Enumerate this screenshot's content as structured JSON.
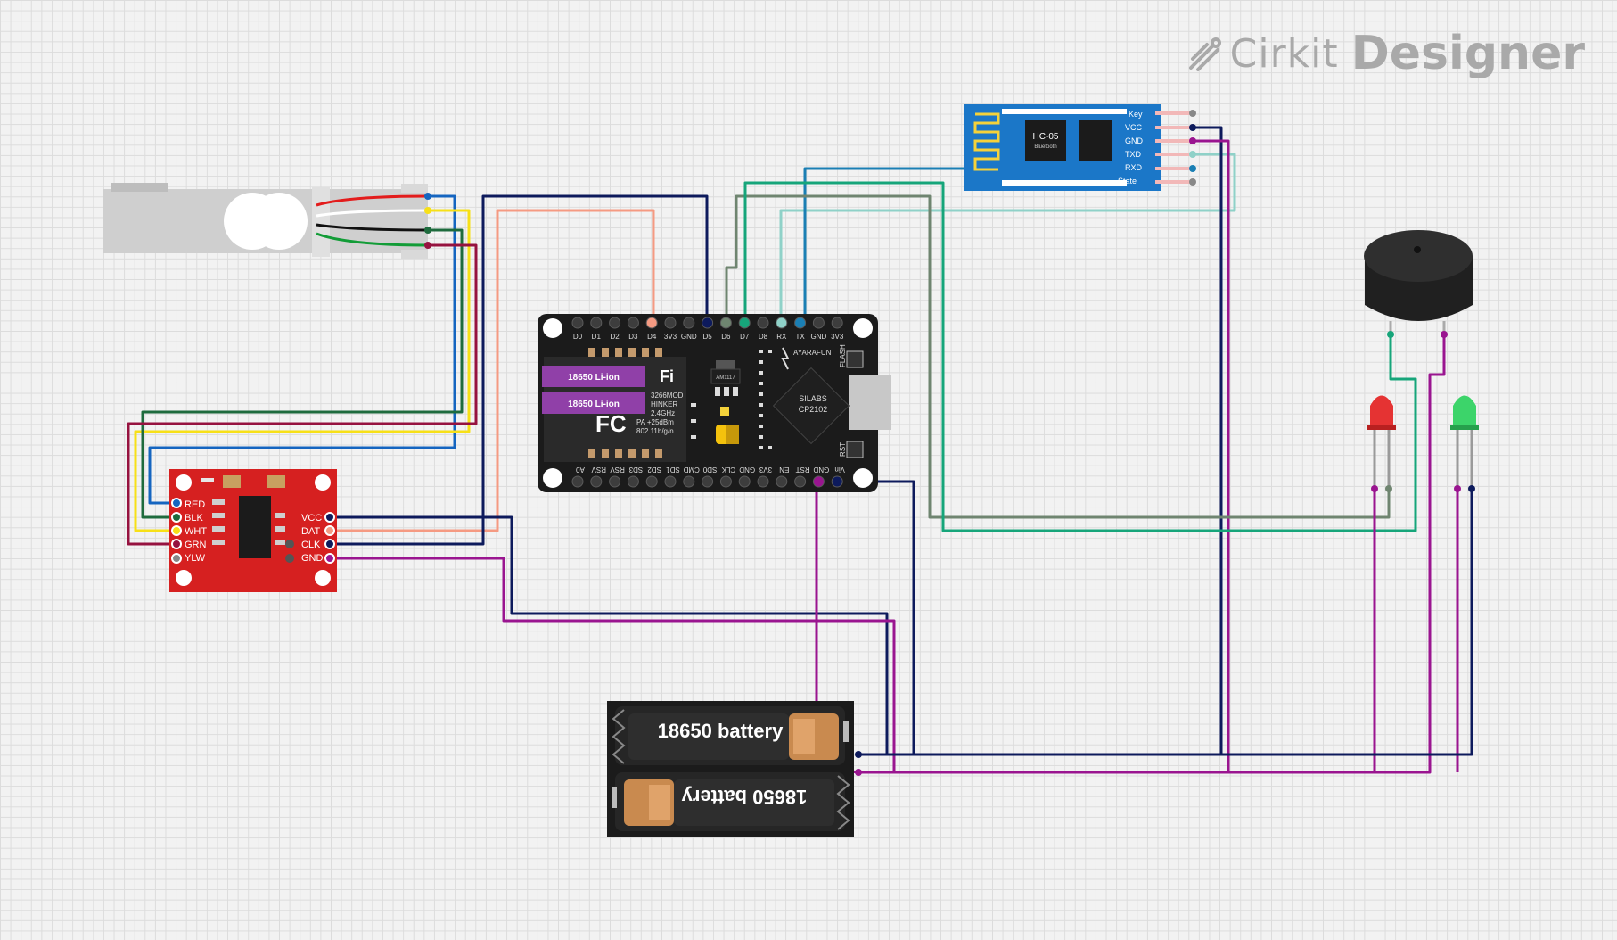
{
  "brand": {
    "word1": "Cirkit",
    "word2": "Designer"
  },
  "hx711": {
    "left_pins": [
      "RED",
      "BLK",
      "WHT",
      "GRN",
      "YLW"
    ],
    "right_pins": [
      "VCC",
      "DAT",
      "CLK",
      "GND"
    ]
  },
  "hc05": {
    "title": "HC-05",
    "subtitle": "Bluetooth",
    "pins": [
      "Key",
      "VCC",
      "GND",
      "TXD",
      "RXD",
      "State"
    ]
  },
  "nodemcu": {
    "top_pins": [
      "D0",
      "D1",
      "D2",
      "D3",
      "D4",
      "3V3",
      "GND",
      "D5",
      "D6",
      "D7",
      "D8",
      "RX",
      "TX",
      "GND",
      "3V3"
    ],
    "bottom_pins": [
      "A0",
      "RSV",
      "RSV",
      "SD3",
      "SD2",
      "SD1",
      "CMD",
      "SD0",
      "CLK",
      "GND",
      "3V3",
      "EN",
      "RST",
      "GND",
      "Vin"
    ],
    "label_flash": "FLASH",
    "label_rst": "RST",
    "chip_vendor": "SILABS",
    "chip_model": "CP2102",
    "regulator": "AM1117",
    "brand_text": "AYARAFUN",
    "module_lines": [
      "3266MOD",
      "HINKER",
      "2.4GHz",
      "PA +25dBm",
      "802.11b/g/n"
    ],
    "wifi_text": "Fi",
    "fcc_text": "FC",
    "battery_overlays": [
      "18650 Li-ion",
      "18650 Li-ion"
    ]
  },
  "battery_pack": {
    "top_label": "18650 battery",
    "bottom_label": "18650 battery"
  },
  "colors": {
    "wire_red": "#e31c1c",
    "wire_blue": "#1565c0",
    "wire_yellow": "#f7e017",
    "wire_green": "#129c37",
    "wire_darkgreen": "#1e6b3d",
    "wire_maroon": "#96123f",
    "wire_navy": "#0d1a5c",
    "wire_purple": "#9a1590",
    "wire_salmon": "#f59a82",
    "wire_teal": "#16a57a",
    "wire_gray": "#6f8570",
    "wire_lightteal": "#8fd1c8",
    "wire_cyanblue": "#1a7fb4",
    "board_red": "#d62020",
    "board_blue": "#1b77c8",
    "board_black": "#1b1b1b"
  }
}
